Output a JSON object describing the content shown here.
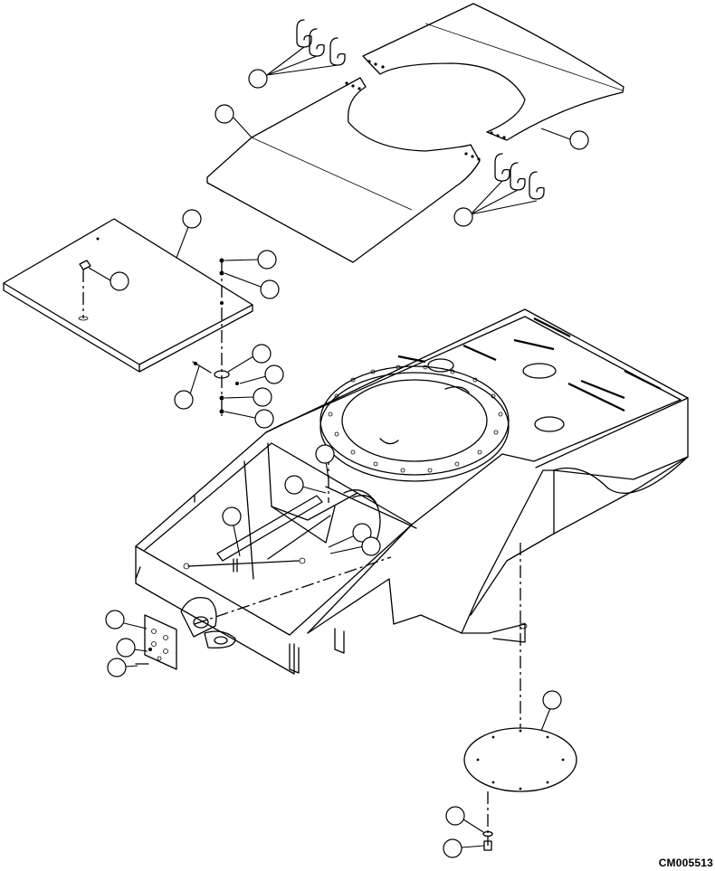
{
  "drawing": {
    "code": "CM005513",
    "callouts": [
      {
        "id": "clamps-top"
      },
      {
        "id": "cover-left-rear"
      },
      {
        "id": "cover-right-rear"
      },
      {
        "id": "clamps-right"
      },
      {
        "id": "side-cover"
      },
      {
        "id": "cover-latch"
      },
      {
        "id": "bolt-1"
      },
      {
        "id": "washer-1"
      },
      {
        "id": "bracket"
      },
      {
        "id": "spring-washer"
      },
      {
        "id": "pin"
      },
      {
        "id": "washer-2"
      },
      {
        "id": "nut"
      },
      {
        "id": "hose-clamp"
      },
      {
        "id": "frame-bolt"
      },
      {
        "id": "frame-washer"
      },
      {
        "id": "stay-rod"
      },
      {
        "id": "plate-valve"
      },
      {
        "id": "plate-bolt"
      },
      {
        "id": "plate-washer"
      },
      {
        "id": "under-cover"
      },
      {
        "id": "under-cover-washer"
      },
      {
        "id": "under-cover-bolt"
      }
    ]
  }
}
